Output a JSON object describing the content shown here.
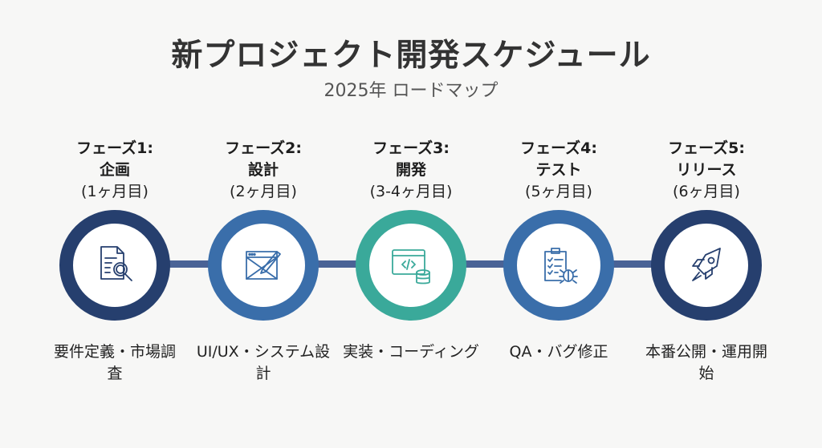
{
  "title": "新プロジェクト開発スケジュール",
  "subtitle": "2025年 ロードマップ",
  "colors": {
    "navy": "#263f6e",
    "blue": "#3a6eaa",
    "teal": "#3aa99a",
    "connector": "#4a6396"
  },
  "phases": [
    {
      "label": "フェーズ1:",
      "name": "企画",
      "period": "(1ヶ月目)",
      "desc": "要件定義・市場調査",
      "icon": "document-search-icon",
      "color": "#263f6e"
    },
    {
      "label": "フェーズ2:",
      "name": "設計",
      "period": "(2ヶ月目)",
      "desc": "UI/UX・システム設計",
      "icon": "wireframe-pencil-icon",
      "color": "#3a6eaa"
    },
    {
      "label": "フェーズ3:",
      "name": "開発",
      "period": "(3-4ヶ月目)",
      "desc": "実装・コーディング",
      "icon": "code-database-icon",
      "color": "#3aa99a"
    },
    {
      "label": "フェーズ4:",
      "name": "テスト",
      "period": "(5ヶ月目)",
      "desc": "QA・バグ修正",
      "icon": "clipboard-bug-icon",
      "color": "#3a6eaa"
    },
    {
      "label": "フェーズ5:",
      "name": "リリース",
      "period": "(6ヶ月目)",
      "desc": "本番公開・運用開始",
      "icon": "rocket-icon",
      "color": "#263f6e"
    }
  ]
}
